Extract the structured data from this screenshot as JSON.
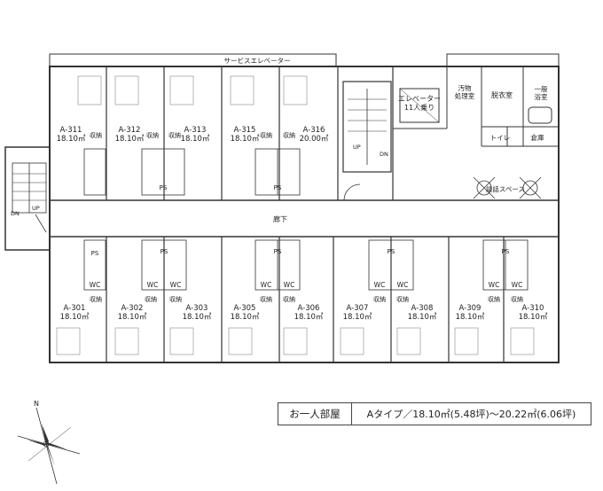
{
  "rooms_top": [
    {
      "id": "A-311",
      "area": "18.10㎡"
    },
    {
      "id": "A-312",
      "area": "18.10㎡"
    },
    {
      "id": "A-313",
      "area": "18.10㎡"
    },
    {
      "id": "A-315",
      "area": "18.10㎡"
    },
    {
      "id": "A-316",
      "area": "20.00㎡"
    }
  ],
  "rooms_bottom": [
    {
      "id": "A-301",
      "area": "18.10㎡"
    },
    {
      "id": "A-302",
      "area": "18.10㎡"
    },
    {
      "id": "A-303",
      "area": "18.10㎡"
    },
    {
      "id": "A-305",
      "area": "18.10㎡"
    },
    {
      "id": "A-306",
      "area": "18.10㎡"
    },
    {
      "id": "A-307",
      "area": "18.10㎡"
    },
    {
      "id": "A-308",
      "area": "18.10㎡"
    },
    {
      "id": "A-309",
      "area": "18.10㎡"
    },
    {
      "id": "A-310",
      "area": "18.10㎡"
    }
  ],
  "labels": {
    "service_elevator": "サービスエレベーター",
    "corridor": "廊下",
    "elevator_l1": "エレベーター",
    "elevator_l2": "11人乗り",
    "dirty_l1": "汚物",
    "dirty_l2": "処理室",
    "dressing": "脱衣室",
    "bath_l1": "一般",
    "bath_l2": "浴室",
    "toilet": "トイレ",
    "storage": "倉庫",
    "lounge": "談話スペース",
    "storage_small": "収納",
    "ps": "PS",
    "wc": "WC",
    "up": "UP",
    "dn": "DN",
    "north": "N"
  },
  "legend": {
    "type": "お一人部屋",
    "detail": "Aタイプ／18.10㎡(5.48坪)～20.22㎡(6.06坪)"
  }
}
